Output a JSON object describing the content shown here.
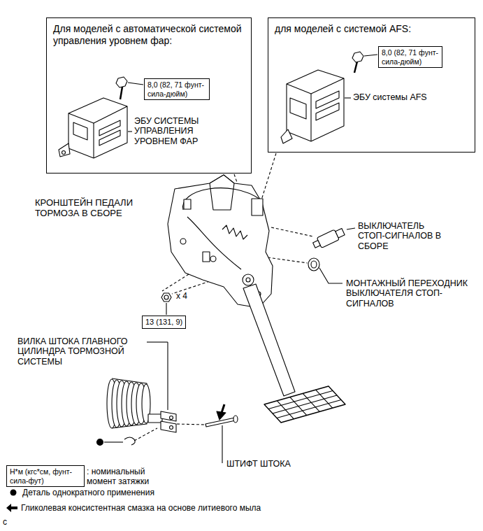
{
  "diagram": {
    "nodes": [
      {
        "text": [
          "Для моделей с автоматической системой управления уровнем фар:"
        ]
      },
      {
        "text": [
          "8,0 (82, 71 фунт-сила-дюйм)"
        ],
        "in": 0
      },
      {
        "text": [
          "для моделей с системой AFS:"
        ]
      },
      {
        "text": [
          "8,0 (82, 71 фунт-сила-дюйм)"
        ],
        "in": 2
      },
      {
        "text": [
          "13 (131, 9)"
        ]
      },
      {
        "text": [
          "Н*м (кгс*см, фунт-сила-фут)"
        ]
      }
    ],
    "labels": [
      "ЭБУ СИСТЕМЫ УПРАВЛЕНИЯ УРОВНЕМ ФАР",
      "ЭБУ системы AFS",
      "КРОНШТЕЙН ПЕДАЛИ ТОРМОЗА В СБОРЕ",
      "ВЫКЛЮЧАТЕЛЬ СТОП-СИГНАЛОВ В СБОРЕ",
      "МОНТАЖНЫЙ ПЕРЕХОДНИК ВЫКЛЮЧАТЕЛЯ СТОП-СИГНАЛОВ",
      "x 4",
      "ВИЛКА ШТОКА ГЛАВНОГО ЦИЛИНДРА ТОРМОЗНОЙ СИСТЕМЫ",
      "ШТИФТ ШТОКА",
      ": номинальный момент затяжки",
      "c"
    ],
    "legend": [
      {
        "text": "Деталь однократного применения"
      },
      {
        "text": "Гликолевая консистентная смазка на основе литиевого мыла"
      }
    ]
  }
}
